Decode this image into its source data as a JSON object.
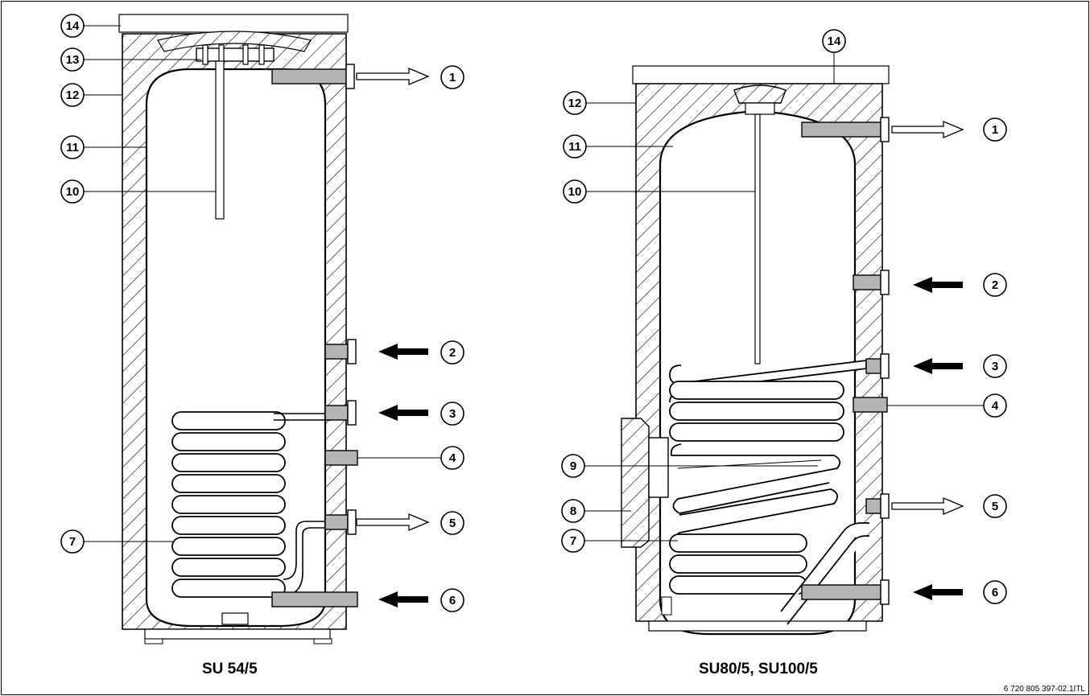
{
  "left_unit": {
    "caption": "SU 54/5",
    "callouts": [
      "14",
      "13",
      "12",
      "11",
      "10",
      "7",
      "1",
      "2",
      "3",
      "4",
      "5",
      "6"
    ]
  },
  "right_unit": {
    "caption": "SU80/5, SU100/5",
    "callouts": [
      "14",
      "12",
      "11",
      "10",
      "9",
      "8",
      "7",
      "1",
      "2",
      "3",
      "4",
      "5",
      "6"
    ]
  },
  "document_id": "6 720 805 397-02.1ITL",
  "colors": {
    "line": "#000000",
    "pipe": "#b4b4b4",
    "background": "#ffffff"
  },
  "arrow_types": {
    "outlet": "hollow-arrow-out",
    "inlet": "solid-arrow-in"
  }
}
